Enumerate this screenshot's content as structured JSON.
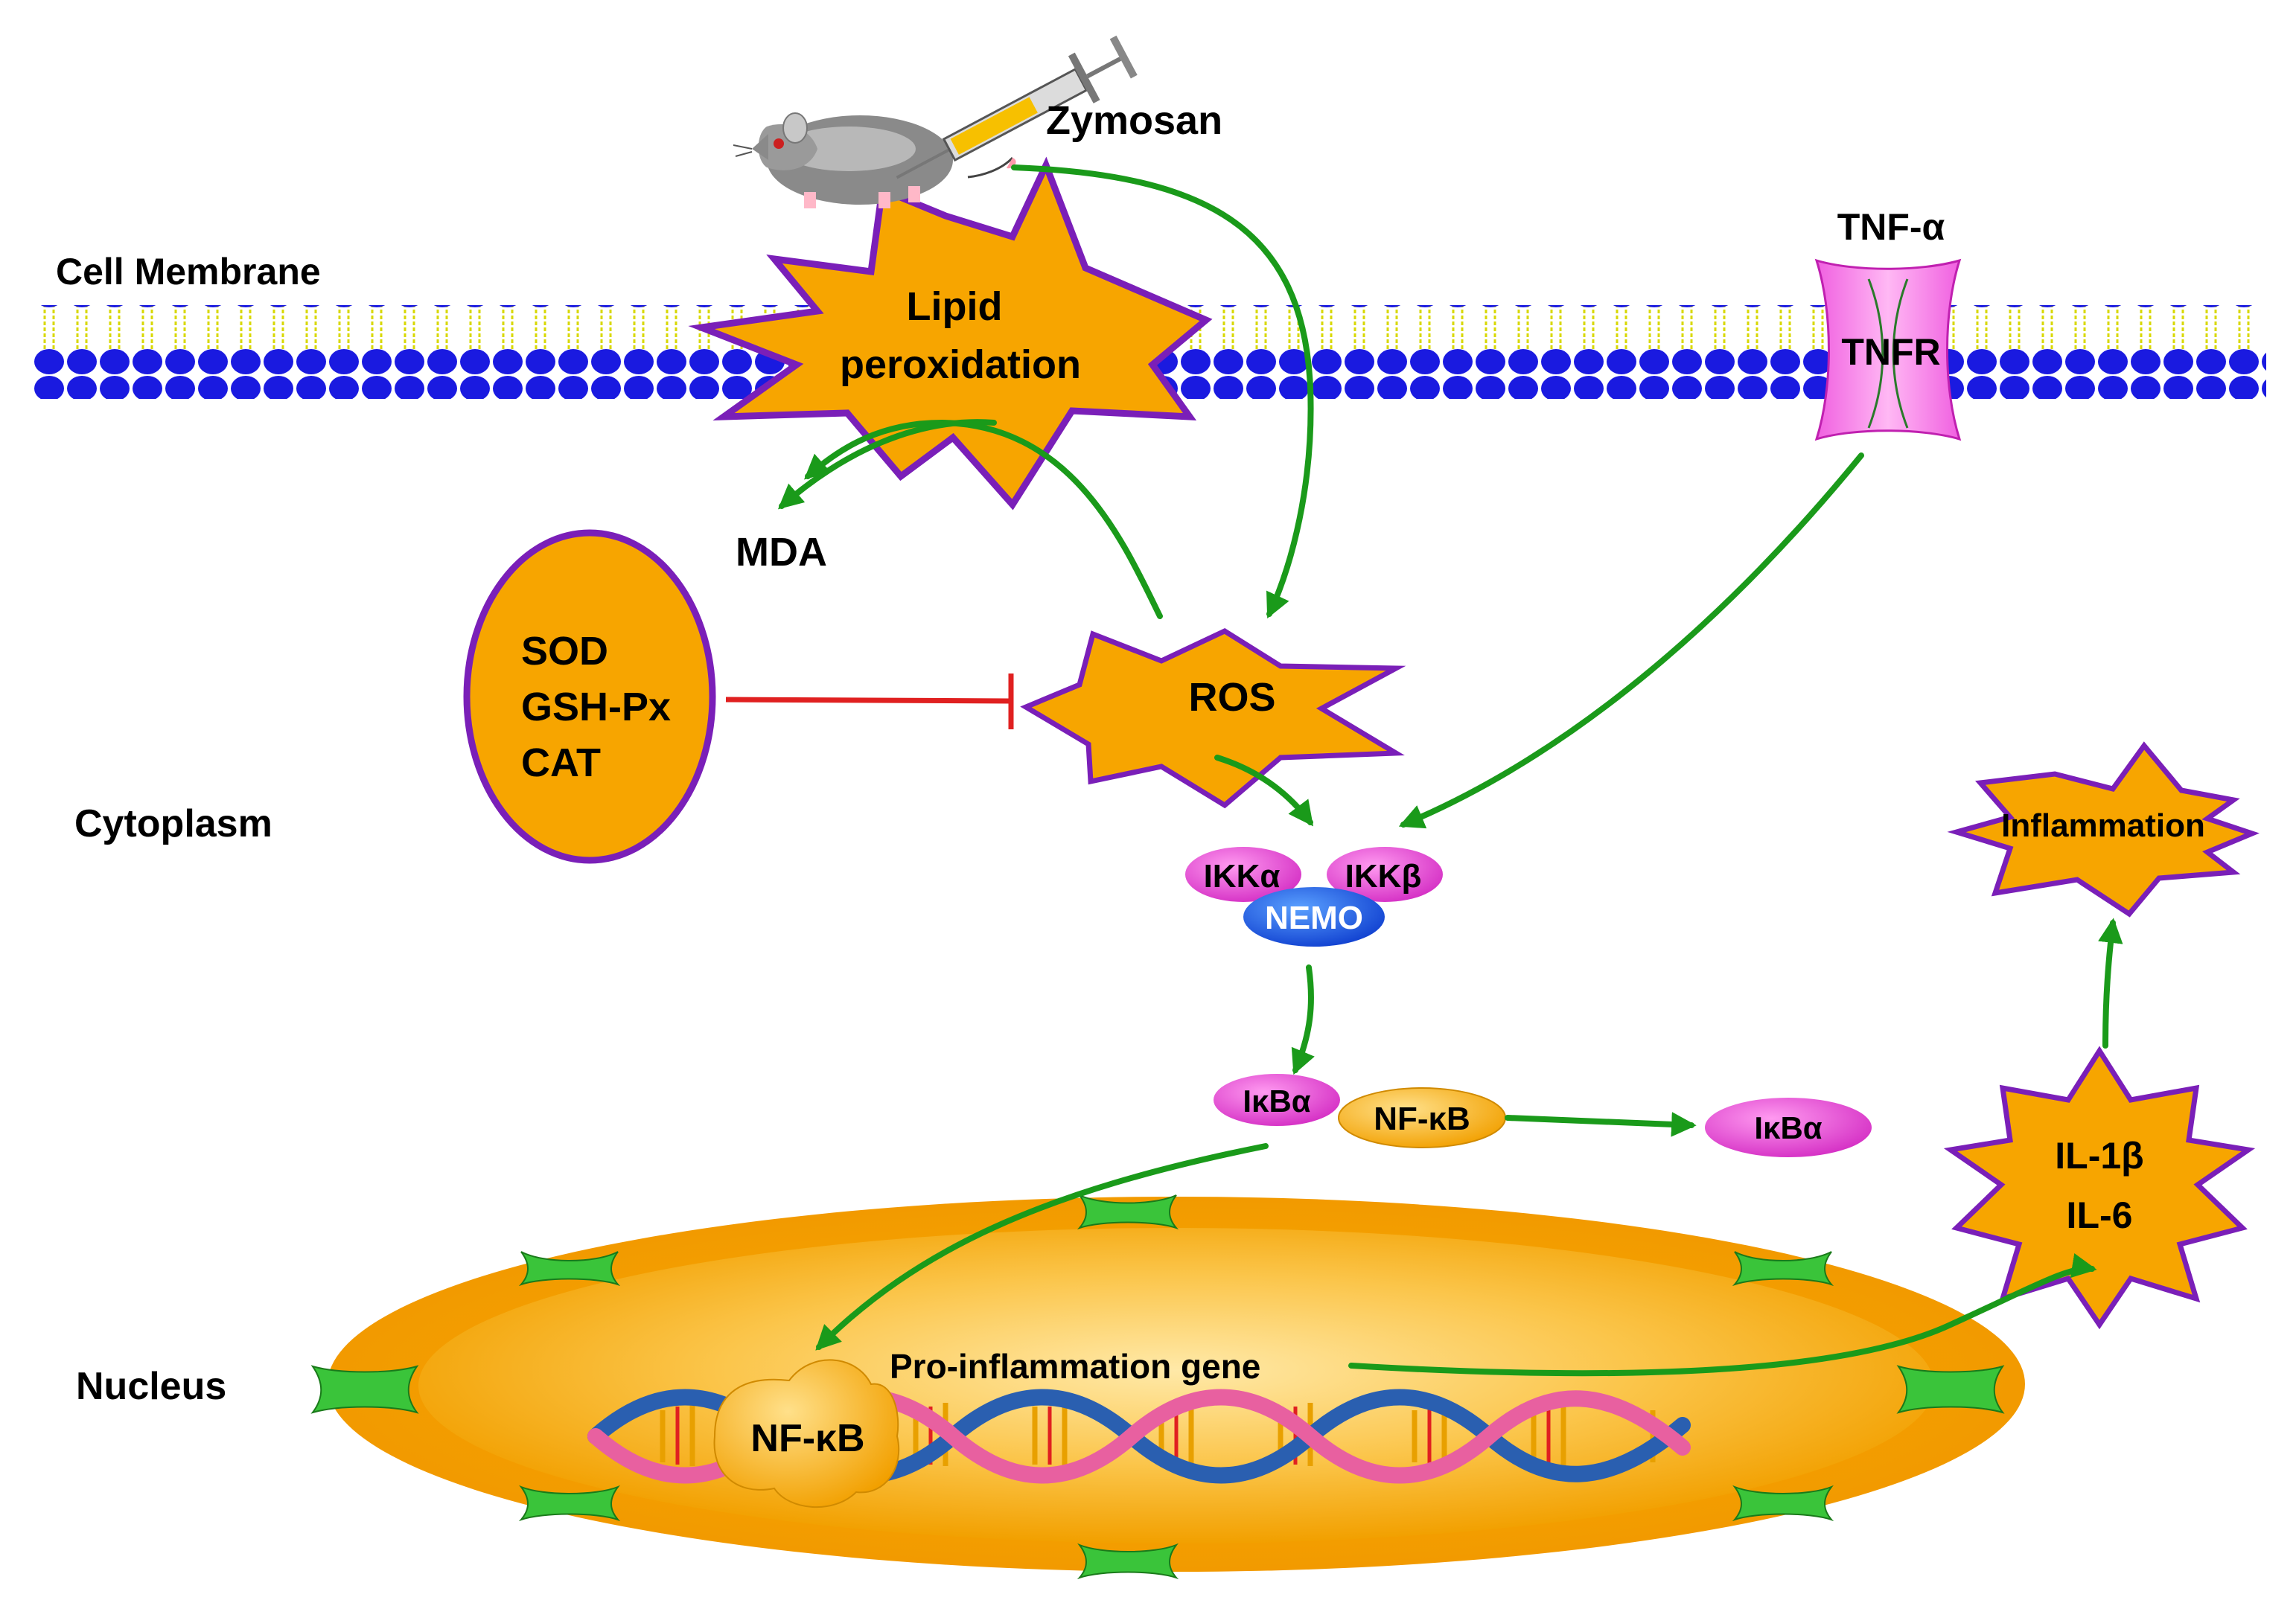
{
  "labels": {
    "zymosan": "Zymosan",
    "cell_membrane": "Cell Membrane",
    "lipid_line1": "Lipid",
    "lipid_line2": "peroxidation",
    "tnf_alpha": "TNF-α",
    "tnfr": "TNFR",
    "mda": "MDA",
    "sod": "SOD",
    "gsh_px": "GSH-Px",
    "cat": "CAT",
    "ros": "ROS",
    "cytoplasm": "Cytoplasm",
    "ikk_alpha": "IKKα",
    "ikk_beta": "IKKβ",
    "nemo": "NEMO",
    "ikb_alpha_bound": "IκBα",
    "nfkb_cyto": "NF-κB",
    "ikb_alpha_free": "IκBα",
    "inflammation": "Inflammation",
    "il1b": "IL-1β",
    "il6": "IL-6",
    "nucleus": "Nucleus",
    "pro_inflammation_gene": "Pro-inflammation gene",
    "nfkb_nuclear": "NF-κB"
  },
  "colors": {
    "orange": "#f7a500",
    "purple_outline": "#7a1fb8",
    "green_arrow": "#1a9a1a",
    "inhibit_red": "#e02020",
    "membrane_blue": "#1a1ae0",
    "membrane_yellow": "#e8e800",
    "magenta": "#e040d0",
    "nemo_blue": "#1a5ae8",
    "dna_blue": "#2a5fb0",
    "dna_pink": "#e860a0"
  },
  "icons": {
    "mouse": "mouse-icon",
    "syringe": "syringe-icon"
  }
}
